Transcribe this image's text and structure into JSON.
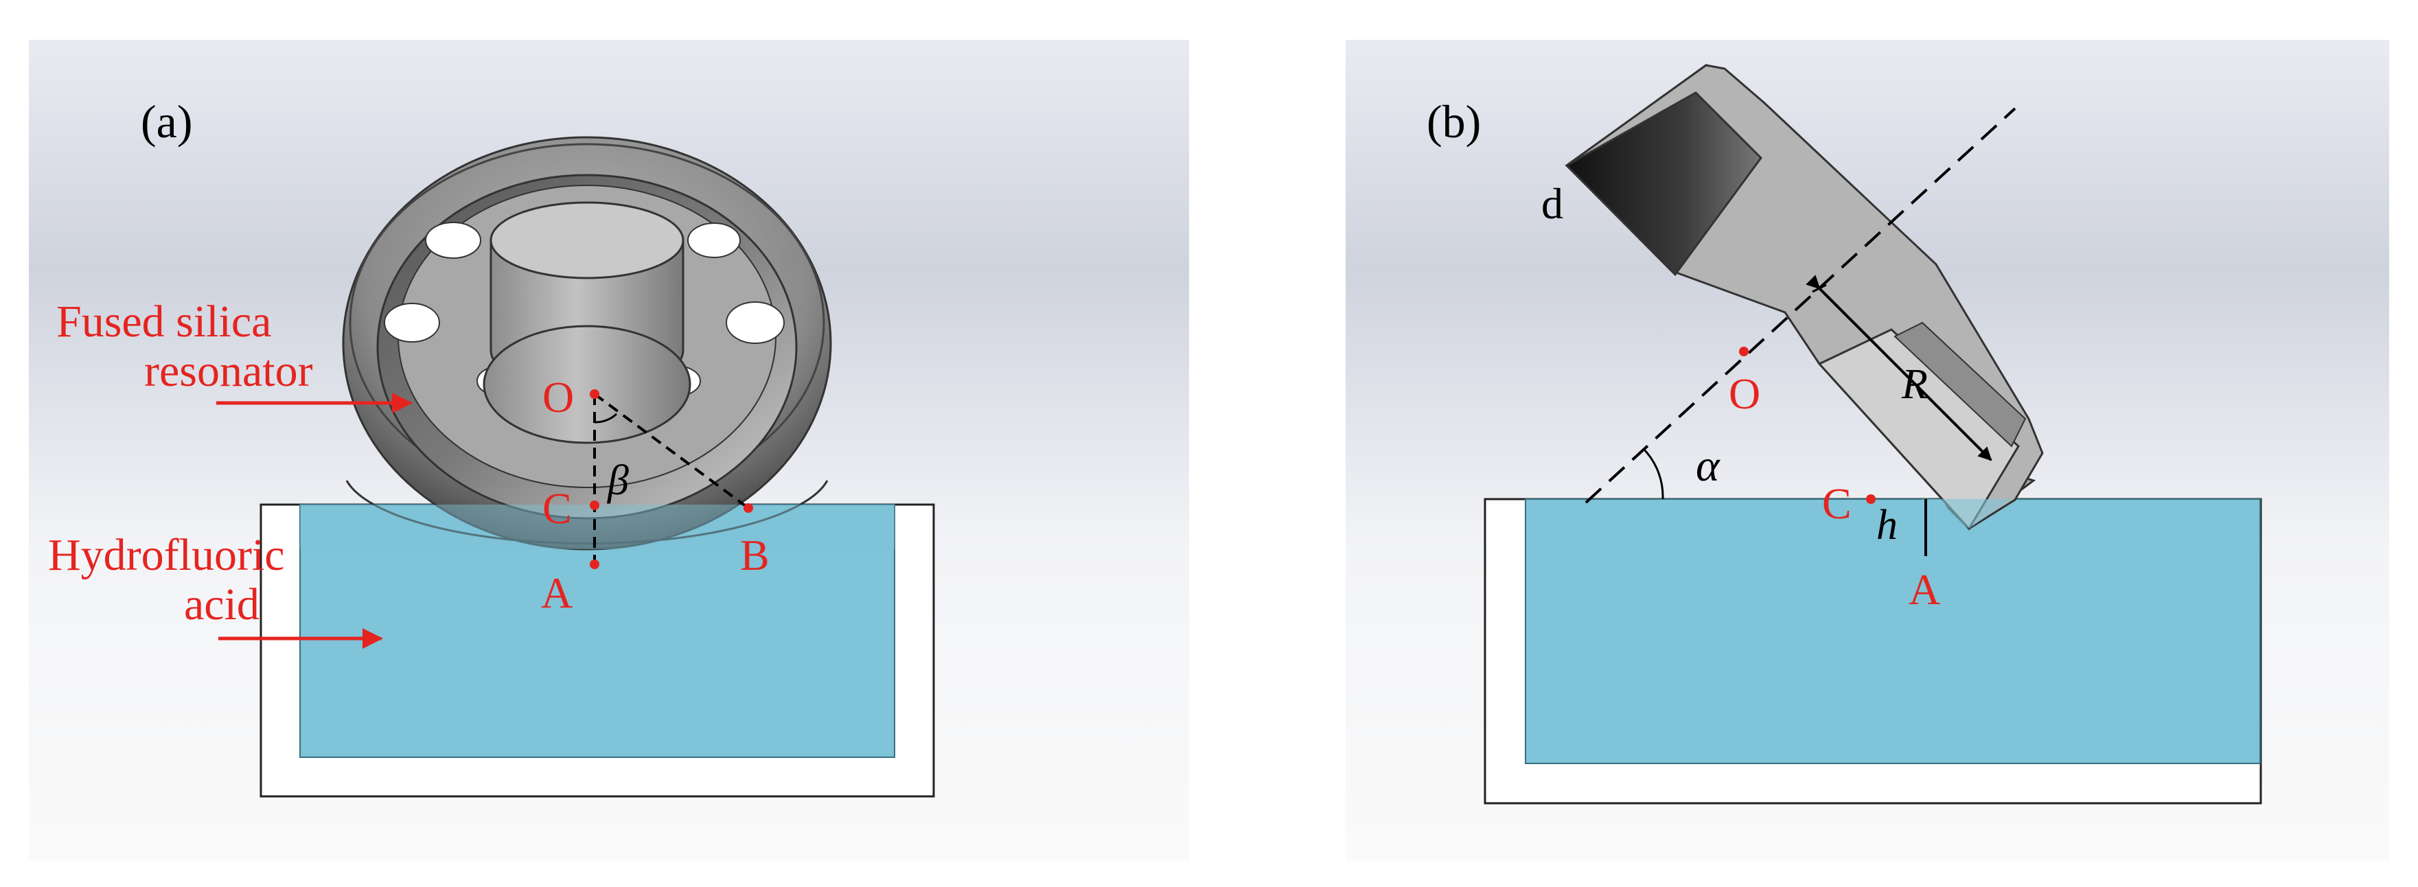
{
  "panel_a": {
    "label": "(a)",
    "resonator_label_line1": "Fused silica",
    "resonator_label_line2": "resonator",
    "acid_label_line1": "Hydrofluoric",
    "acid_label_line2": "acid",
    "point_o": "O",
    "point_c": "C",
    "point_a": "A",
    "point_b": "B",
    "angle_symbol": "β"
  },
  "panel_b": {
    "label": "(b)",
    "point_d": "d",
    "point_o": "O",
    "point_c": "C",
    "point_a": "A",
    "radius_symbol": "R",
    "height_symbol": "h",
    "angle_symbol": "α"
  },
  "colors": {
    "acid": "#7fc4d8",
    "annotation": "#e52420",
    "background_gradient_top": "#d2d6e0",
    "resonator_metal": "#8f8f8f"
  }
}
